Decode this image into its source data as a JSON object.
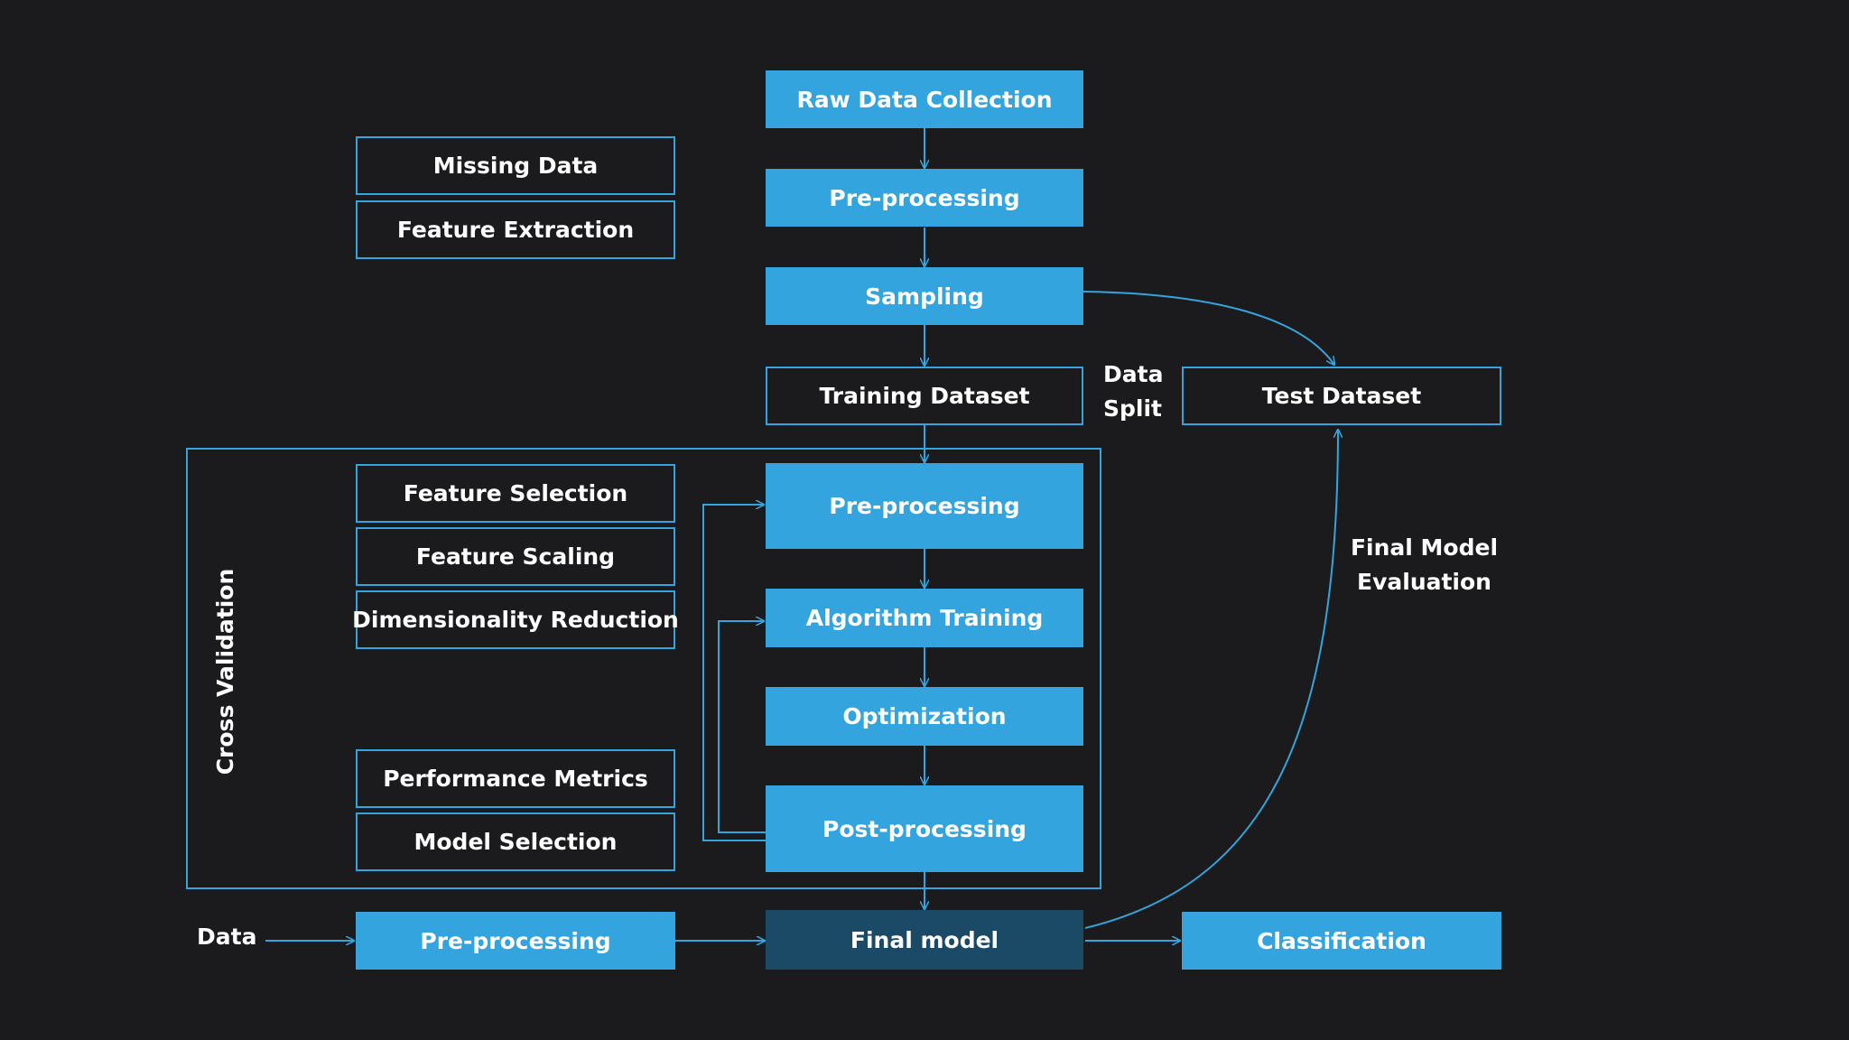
{
  "colors": {
    "background": "#1b1b1d",
    "accent": "#34a4de",
    "final_model": "#1a4a66",
    "text": "#ffffff"
  },
  "pipeline": {
    "raw_data_collection": "Raw Data Collection",
    "preprocessing_top": "Pre-processing",
    "sampling": "Sampling",
    "training_dataset": "Training Dataset",
    "test_dataset": "Test Dataset",
    "data_split": "Data Split"
  },
  "preprocessing_tasks": {
    "missing_data": "Missing Data",
    "feature_extraction": "Feature Extraction"
  },
  "cross_validation": {
    "label": "Cross Validation",
    "tasks": {
      "feature_selection": "Feature Selection",
      "feature_scaling": "Feature Scaling",
      "dimensionality_reduction": "Dimensionality Reduction",
      "performance_metrics": "Performance Metrics",
      "model_selection": "Model Selection"
    },
    "steps": {
      "preprocessing": "Pre-processing",
      "algorithm_training": "Algorithm Training",
      "optimization": "Optimization",
      "postprocessing": "Post-processing"
    }
  },
  "final_model_evaluation": "Final Model Evaluation",
  "deployment": {
    "data": "Data",
    "preprocessing": "Pre-processing",
    "final_model": "Final model",
    "classification": "Classification"
  }
}
